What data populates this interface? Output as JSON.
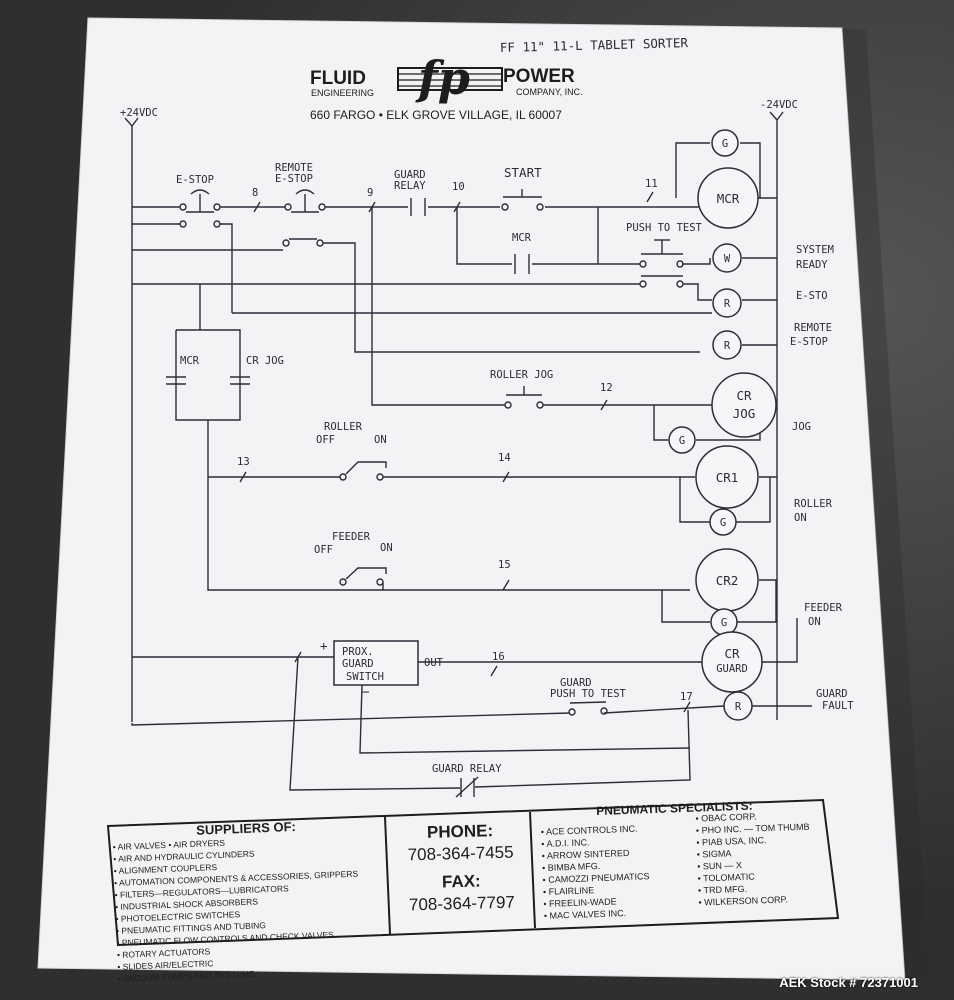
{
  "header": {
    "handwritten_title": "FF 11\" 11-L TABLET SORTER",
    "company_left": "FLUID",
    "company_left_sub": "ENGINEERING",
    "logo_letters": "fp",
    "company_right": "POWER",
    "company_right_sub": "COMPANY, INC.",
    "address": "660 FARGO • ELK GROVE VILLAGE, IL 60007"
  },
  "diagram": {
    "supply_left": "+24VDC",
    "supply_right": "-24VDC",
    "components": {
      "estop": "E-STOP",
      "remote_estop_1": "REMOTE",
      "remote_estop_2": "E-STOP",
      "guard_relay_1": "GUARD",
      "guard_relay_2": "RELAY",
      "start": "START",
      "mcr_contact": "MCR",
      "push_to_test": "PUSH TO TEST",
      "mcr_coil": "MCR",
      "mcr_hold": "MCR",
      "cr_jog_contact": "CR JOG",
      "roller_jog": "ROLLER JOG",
      "cr_jog_coil_1": "CR",
      "cr_jog_coil_2": "JOG",
      "roller": "ROLLER",
      "roller_off": "OFF",
      "roller_on": "ON",
      "cr1": "CR1",
      "feeder": "FEEDER",
      "feeder_off": "OFF",
      "feeder_on": "ON",
      "cr2": "CR2",
      "prox_1": "PROX.",
      "prox_2": "GUARD",
      "prox_3": "SWITCH",
      "prox_plus": "+",
      "prox_minus": "−",
      "prox_out": "OUT",
      "cr_guard_1": "CR",
      "cr_guard_2": "GUARD",
      "guard_ptt_1": "GUARD",
      "guard_ptt_2": "PUSH TO TEST",
      "guard_relay_bottom": "GUARD RELAY"
    },
    "lamp_letters": {
      "g": "G",
      "w": "W",
      "r": "R"
    },
    "wire_numbers": [
      "8",
      "9",
      "10",
      "11",
      "12",
      "13",
      "14",
      "15",
      "16",
      "17"
    ],
    "side_labels": {
      "system_ready_1": "SYSTEM",
      "system_ready_2": "READY",
      "estop": "E-STO",
      "remote_estop_1": "REMOTE",
      "remote_estop_2": "E-STOP",
      "jog": "JOG",
      "roller_on_1": "ROLLER",
      "roller_on_2": "ON",
      "feeder_on_1": "FEEDER",
      "feeder_on_2": "ON",
      "guard_fault_1": "GUARD",
      "guard_fault_2": "FAULT"
    }
  },
  "footer": {
    "suppliers_title": "SUPPLIERS OF:",
    "suppliers": [
      "• AIR VALVES      • AIR DRYERS",
      "• AIR AND HYDRAULIC CYLINDERS",
      "• ALIGNMENT COUPLERS",
      "• AUTOMATION COMPONENTS & ACCESSORIES, GRIPPERS",
      "• FILTERS—REGULATORS—LUBRICATORS",
      "• INDUSTRIAL SHOCK ABSORBERS",
      "• PHOTOELECTRIC SWITCHES",
      "• PNEUMATIC FITTINGS AND TUBING",
      "• PNEUMATIC FLOW CONTROLS AND CHECK VALVES",
      "• ROTARY ACTUATORS",
      "• SLIDES AIR/ELECTRIC",
      "• VACUUM PUMPS AND SYSTEMS"
    ],
    "phone_label": "PHONE:",
    "phone": "708-364-7455",
    "fax_label": "FAX:",
    "fax": "708-364-7797",
    "pneumatic_title": "PNEUMATIC SPECIALISTS:",
    "pneumatic_left": [
      "• ACE CONTROLS INC.",
      "• A.D.I. INC.",
      "• ARROW SINTERED",
      "• BIMBA MFG.",
      "• CAMOZZI PNEUMATICS",
      "• FLAIRLINE",
      "• FREELIN-WADE",
      "• MAC VALVES INC."
    ],
    "pneumatic_right": [
      "• OBAC CORP.",
      "• PHO INC. — TOM THUMB",
      "• PIAB USA, INC.",
      "• SIGMA",
      "• SUN — X",
      "• TOLOMATIC",
      "• TRD MFG.",
      "• WILKERSON CORP."
    ]
  },
  "watermark": "AEK Stock # 72371001"
}
